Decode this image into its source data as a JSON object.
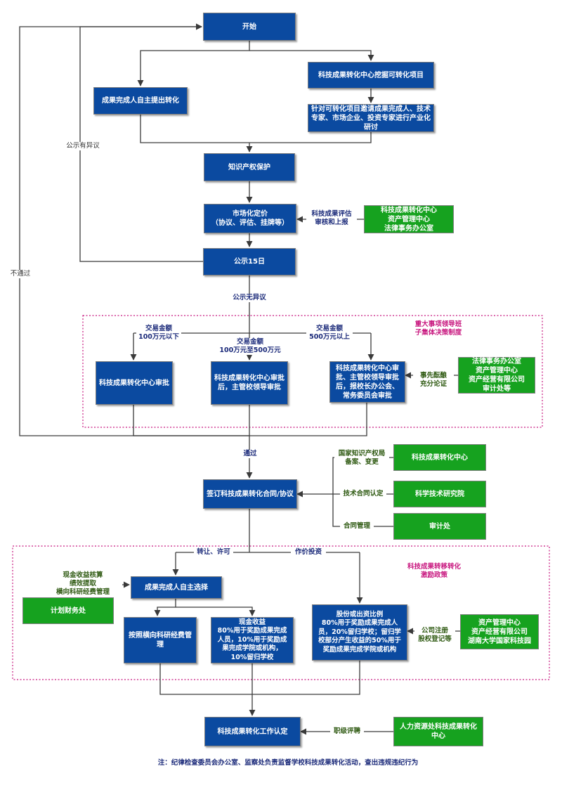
{
  "boxes": {
    "start": "开始",
    "mine_projects": "科技成果转化中心挖掘可转化项目",
    "self_propose": "成果完成人自主提出转化",
    "invite_review": "针对可转化项目邀请成果完成人、技术专家、市场企业、投资专家进行产业化研讨",
    "ip_protect": "知识产权保护",
    "market_pricing": "市场化定价\n（协议、评估、挂牌等）",
    "center_group_1": "科技成果转化中心\n资产管理中心\n法律事务办公室",
    "publicity": "公示15日",
    "approve_small": "科技成果转化中心审批",
    "approve_mid": "科技成果转化中心审批后，主管校领导审批",
    "approve_large": "科技成果转化中心审批、主管校领导审批后，报校长办公会、常务委员会审批",
    "center_group_2": "法律事务办公室\n资产管理中心\n资产经营有限公司\n审计处等",
    "sign_contract": "签订科技成果转化合同/协议",
    "conv_center": "科技成果转化中心",
    "sci_institute": "科学技术研究院",
    "audit_office": "审计处",
    "self_choose": "成果完成人自主选择",
    "finance_office": "计划财务处",
    "horizontal_fund": "按照横向科研经费管理",
    "cash_income": "现金收益\n80%用于奖励成果完成人员，10%用于奖励成果完成学院或机构，10%留归学校",
    "equity_invest": "股份或出资比例\n80%用于奖励成果完成人员，20%留归学校；留归学校部分产生收益的50%用于奖励成果完成学院或机构",
    "center_group_3": "资产管理中心\n资产经营有限公司\n湖南大学国家科技园",
    "work_recognition": "科技成果转化工作认定",
    "hr_group": "人力资源处科技成果转化中心"
  },
  "labels": {
    "objection": "公示有异议",
    "not_passed": "不通过",
    "eval_report": "科技成果评估\n审核和上报",
    "no_objection": "公示无异议",
    "major_decision": "重大事项领导班\n子集体决策制度",
    "amount_small": "交易金额\n100万元以下",
    "amount_mid": "交易金额\n100万元至500万元",
    "amount_large": "交易金额\n500万元以上",
    "prior_review": "事先酝酿\n充分论证",
    "passed": "通过",
    "ip_filing": "国家知识产权局\n备案、变更",
    "tech_contract": "技术合同认定",
    "contract_mgmt": "合同管理",
    "transfer_license": "转让、许可",
    "equity_investment": "作价投资",
    "incentive_policy": "科技成果转移转化\n激励政策",
    "cash_accounting": "现金收益核算\n绩效提取\n横向科研经费管理",
    "company_reg": "公司注册\n股权登记等",
    "title_eval": "职级评聘",
    "footnote": "注：纪律检查委员会办公室、监察处负责监督学校科技成果转化活动，查出违规违纪行为"
  },
  "colors": {
    "process_box": "#0b4aa0",
    "department_box": "#16a21f",
    "connector": "#3a3a3a",
    "decision_frame": "#c8177f"
  }
}
